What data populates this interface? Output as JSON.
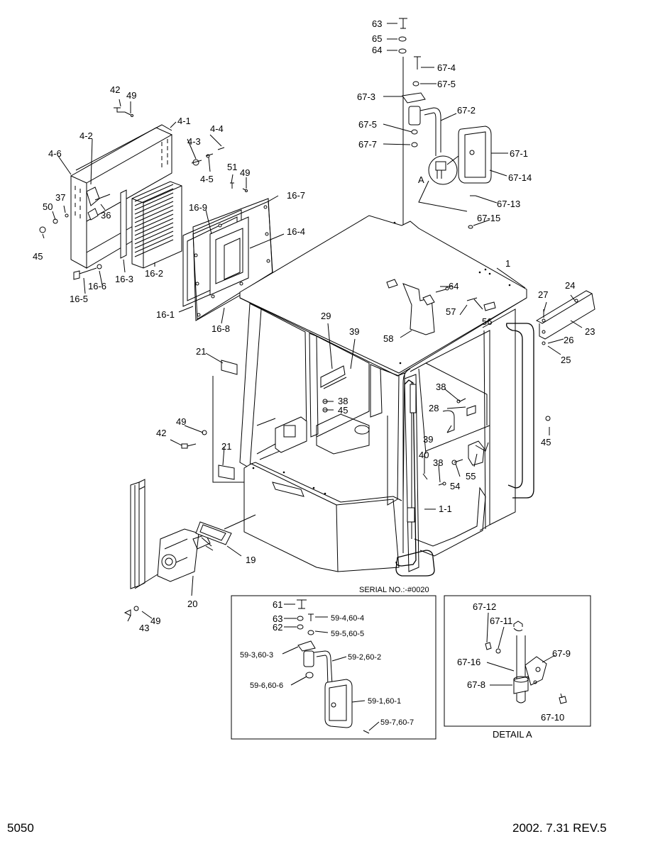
{
  "footer": {
    "page_number": "5050",
    "date_rev": "2002. 7.31  REV.5"
  },
  "inset_left": {
    "title": "SERIAL NO.:-#0020"
  },
  "inset_right": {
    "title": "DETAIL A"
  },
  "detail_marker": "A",
  "callouts": {
    "c63": "63",
    "c65": "65",
    "c64a": "64",
    "c67_4": "67-4",
    "c67_3": "67-3",
    "c67_5a": "67-5",
    "c67_2": "67-2",
    "c67_5b": "67-5",
    "c67_7": "67-7",
    "c67_1": "67-1",
    "c67_14": "67-14",
    "c67_13": "67-13",
    "c67_15": "67-15",
    "c1": "1",
    "c42a": "42",
    "c49a": "49",
    "c4_1": "4-1",
    "c4_2": "4-2",
    "c4_4": "4-4",
    "c4_3": "4-3",
    "c4_6": "4-6",
    "c4_5": "4-5",
    "c51": "51",
    "c49b": "49",
    "c16_7": "16-7",
    "c37": "37",
    "c50": "50",
    "c36": "36",
    "c16_9": "16-9",
    "c16_4": "16-4",
    "c45a": "45",
    "c16_3": "16-3",
    "c16_2": "16-2",
    "c16_6": "16-6",
    "c16_5": "16-5",
    "c16_1": "16-1",
    "c16_8": "16-8",
    "c64b": "64",
    "c57": "57",
    "c56": "56",
    "c58": "58",
    "c27": "27",
    "c24": "24",
    "c23": "23",
    "c26": "26",
    "c25": "25",
    "c29": "29",
    "c39a": "39",
    "c21a": "21",
    "c38a": "38",
    "c45b": "45",
    "c38b": "38",
    "c28": "28",
    "c39b": "39",
    "c45c": "45",
    "c49c": "49",
    "c42b": "42",
    "c40": "40",
    "c38c": "38",
    "c55": "55",
    "c54": "54",
    "c21b": "21",
    "c1_1": "1-1",
    "c19": "19",
    "c20": "20",
    "c43": "43",
    "c49d": "49",
    "l61": "61",
    "l63": "63",
    "l62": "62",
    "l59_4": "59-4,60-4",
    "l59_5": "59-5,60-5",
    "l59_3": "59-3,60-3",
    "l59_2": "59-2,60-2",
    "l59_6": "59-6,60-6",
    "l59_1": "59-1,60-1",
    "l59_7": "59-7,60-7",
    "r67_12": "67-12",
    "r67_11": "67-11",
    "r67_9": "67-9",
    "r67_16": "67-16",
    "r67_8": "67-8",
    "r67_10": "67-10"
  }
}
